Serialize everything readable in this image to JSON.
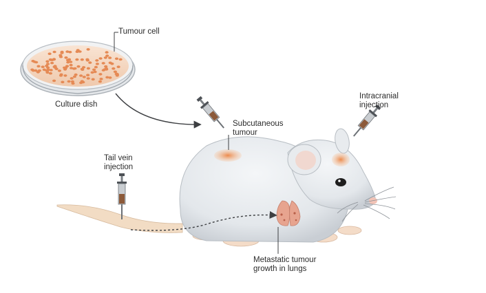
{
  "labels": {
    "tumour_cell": "Tumour cell",
    "culture_dish": "Culture dish",
    "subcutaneous_line1": "Subcutaneous",
    "subcutaneous_line2": "tumour",
    "intracranial_line1": "Intracranial",
    "intracranial_line2": "injection",
    "tail_vein_line1": "Tail vein",
    "tail_vein_line2": "injection",
    "metastatic_line1": "Metastatic tumour",
    "metastatic_line2": "growth in lungs"
  },
  "colors": {
    "mouse_body": "#e6e9ec",
    "mouse_shadow": "#c9ced4",
    "tumour": "#e8925a",
    "tail": "#f2dcc4",
    "paw": "#f4dcc8",
    "lung": "#e7a48f",
    "dish_fill": "#f6d9c4",
    "cell_dot": "#e58a55",
    "syringe_barrel": "#c9cdd1",
    "syringe_dark": "#4d5156",
    "arrow": "#3d3f42"
  },
  "icons": [
    "syringe-icon",
    "culture-dish-icon",
    "mouse-icon",
    "lung-icon",
    "curved-arrow-icon",
    "dotted-arrow-icon"
  ]
}
